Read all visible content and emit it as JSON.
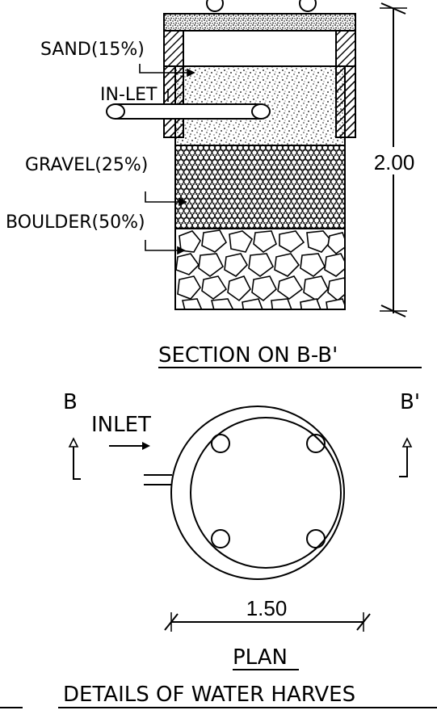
{
  "section": {
    "labels": {
      "sand": "SAND(15%)",
      "inlet": "IN-LET",
      "gravel": "GRAVEL(25%)",
      "boulder": "BOULDER(50%)"
    },
    "depth_dim": "2.00",
    "title": "SECTION ON B-B'"
  },
  "plan": {
    "marker_left": "B",
    "marker_right": "B'",
    "inlet": "INLET",
    "diameter_dim": "1.50",
    "title": "PLAN"
  },
  "sheet_title": "DETAILS OF WATER HARVES"
}
